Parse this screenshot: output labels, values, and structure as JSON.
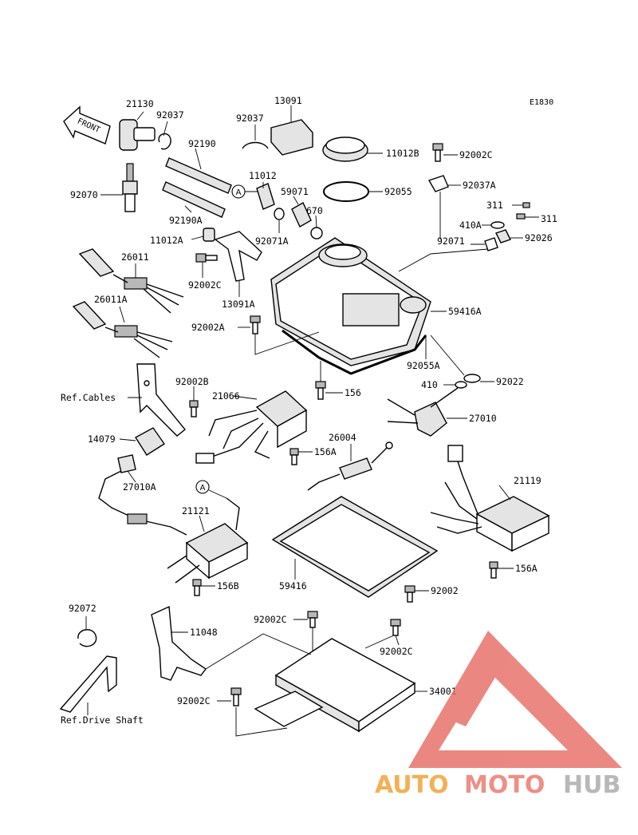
{
  "diagram": {
    "code": "E1830",
    "front_label": "FRONT",
    "circle_ref": "A",
    "refs": {
      "cables": "Ref.Cables",
      "drive_shaft": "Ref.Drive Shaft"
    },
    "parts": {
      "p21130": "21130",
      "p92037": "92037",
      "p13091": "13091",
      "p92037b": "92037",
      "p92190": "92190",
      "p11012b": "11012B",
      "p92002c_a": "92002C",
      "p11012": "11012",
      "p92055": "92055",
      "p92037a": "92037A",
      "p59071": "59071",
      "p670": "670",
      "p311a": "311",
      "p311b": "311",
      "p92070": "92070",
      "p410a": "410A",
      "p92190a": "92190A",
      "p92026": "92026",
      "p92071": "92071",
      "p11012a": "11012A",
      "p92071a": "92071A",
      "p26011": "26011",
      "p92002c_b": "92002C",
      "p13091a": "13091A",
      "p59416a": "59416A",
      "p26011a": "26011A",
      "p92002a": "92002A",
      "p92055a": "92055A",
      "p410": "410",
      "p92022": "92022",
      "p92002b": "92002B",
      "p156": "156",
      "p21066": "21066",
      "p27010": "27010",
      "p14079": "14079",
      "p26004": "26004",
      "p156a": "156A",
      "p27010a": "27010A",
      "p21119": "21119",
      "p21121": "21121",
      "p59416": "59416",
      "p156b": "156B",
      "p156a_b": "156A",
      "p92002": "92002",
      "p92072": "92072",
      "p11048": "11048",
      "p92002c_c": "92002C",
      "p92002c_d": "92002C",
      "p34001": "34001",
      "p92002c_e": "92002C"
    }
  },
  "watermark": {
    "brand_part1": "AUTO",
    "brand_part2": "MOTO",
    "brand_part3": "HUB",
    "colors": {
      "triangle": "#e8736c",
      "auto": "#f3b055",
      "moto": "#ee8f86",
      "hub": "#b8b8b8"
    }
  }
}
